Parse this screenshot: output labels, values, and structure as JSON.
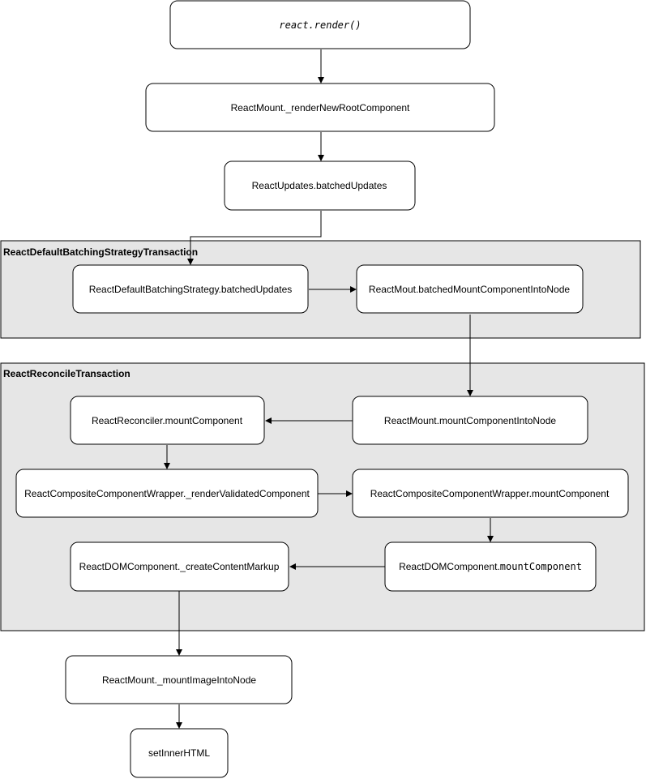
{
  "groups": {
    "batching": {
      "title": "ReactDefaultBatchingStrategyTransaction"
    },
    "reconcile": {
      "title": "ReactReconcileTransaction"
    }
  },
  "nodes": {
    "react_render": "react.render()",
    "render_new_root": "ReactMount._renderNewRootComponent",
    "batched_updates": "ReactUpdates.batchedUpdates",
    "default_batching": "ReactDefaultBatchingStrategy.batchedUpdates",
    "batched_mount": "ReactMout.batchedMountComponentIntoNode",
    "reconciler_mount": "ReactReconciler.mountComponent",
    "mount_into_node": "ReactMount.mountComponentIntoNode",
    "render_validated": "ReactCompositeComponentWrapper._renderValidatedComponent",
    "composite_mount": "ReactCompositeComponentWrapper.mountComponent",
    "create_content_markup": "ReactDOMComponent._createContentMarkup",
    "dom_mount": {
      "prefix": "ReactDOMComponent.",
      "suffix": "mountComponent"
    },
    "mount_image": "ReactMount._mountImageIntoNode",
    "set_inner_html": "setInnerHTML"
  }
}
